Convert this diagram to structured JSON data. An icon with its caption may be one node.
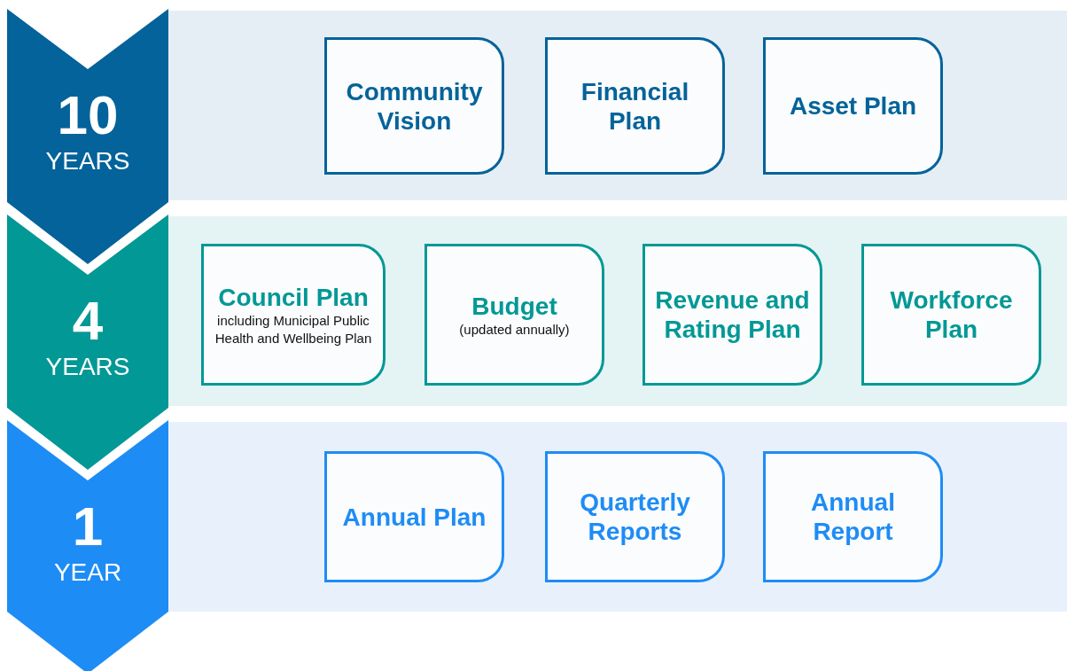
{
  "diagram": {
    "nodes": [
      {
        "text": [
          "10",
          "YEARS"
        ]
      },
      {
        "text": [
          "Community Vision"
        ]
      },
      {
        "text": [
          "Financial Plan"
        ]
      },
      {
        "text": [
          "Asset Plan"
        ]
      },
      {
        "text": [
          "4",
          "YEARS"
        ]
      },
      {
        "text": [
          "Council Plan",
          "including Municipal Public Health and Wellbeing Plan"
        ]
      },
      {
        "text": [
          "Budget",
          "(updated annually)"
        ]
      },
      {
        "text": [
          "Revenue and Rating Plan"
        ]
      },
      {
        "text": [
          "Workforce Plan"
        ]
      },
      {
        "text": [
          "1",
          "YEAR"
        ]
      },
      {
        "text": [
          "Annual Plan"
        ]
      },
      {
        "text": [
          "Quarterly Reports"
        ]
      },
      {
        "text": [
          "Annual Report"
        ]
      }
    ]
  }
}
